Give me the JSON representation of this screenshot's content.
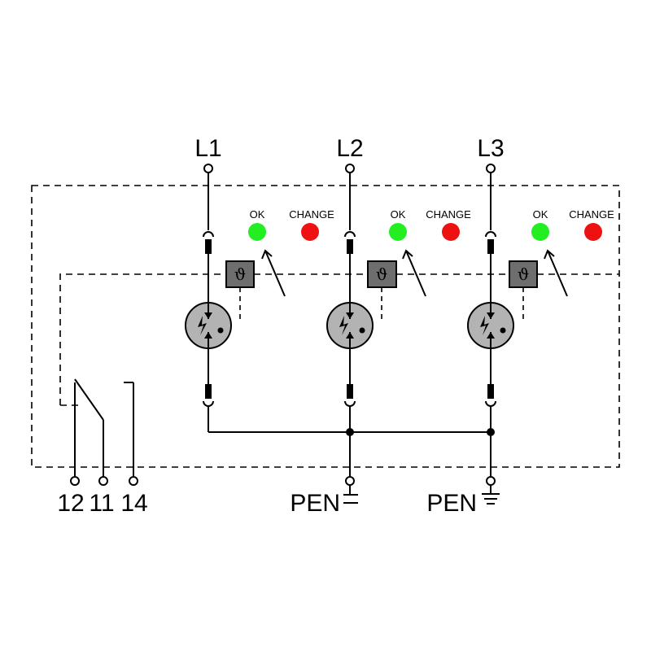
{
  "phases": [
    {
      "label": "L1",
      "ok_label": "OK",
      "change_label": "CHANGE",
      "thermal_symbol": "ϑ"
    },
    {
      "label": "L2",
      "ok_label": "OK",
      "change_label": "CHANGE",
      "thermal_symbol": "ϑ"
    },
    {
      "label": "L3",
      "ok_label": "OK",
      "change_label": "CHANGE",
      "thermal_symbol": "ϑ"
    }
  ],
  "relay_terminals": [
    "12",
    "11",
    "14"
  ],
  "pen_terminals": [
    "PEN",
    "PEN"
  ],
  "colors": {
    "ok_led": "#22ee22",
    "change_led": "#ee1111",
    "varistor_fill": "#b3b3b3",
    "thermal_box_fill": "#6e6e6e"
  }
}
